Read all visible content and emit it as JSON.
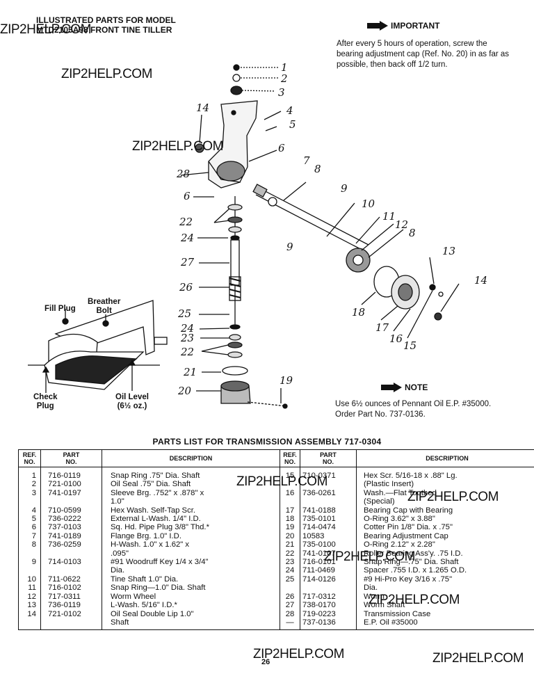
{
  "header": {
    "line1": "ILLUSTRATED PARTS FOR MODEL",
    "line2": "MTD2105A98 FRONT TINE TILLER"
  },
  "important": {
    "heading": "IMPORTANT",
    "body": "After every 5 hours of operation, screw the bearing adjustment cap (Ref. No. 20) in as far as possible, then back off 1/2 turn."
  },
  "note": {
    "heading": "NOTE",
    "body": "Use 6½ ounces of Pennant Oil E.P. #35000. Order Part No. 737-0136."
  },
  "diagram_labels": {
    "fill_plug": "Fill Plug",
    "breather_bolt_1": "Breather",
    "breather_bolt_2": "Bolt",
    "check_plug_1": "Check",
    "check_plug_2": "Plug",
    "oil_level_1": "Oil Level",
    "oil_level_2": "(6½ oz.)",
    "callouts": [
      "1",
      "2",
      "3",
      "4",
      "5",
      "6",
      "7",
      "8",
      "9",
      "10",
      "11",
      "12",
      "8",
      "13",
      "14",
      "14",
      "28",
      "6",
      "9",
      "22",
      "24",
      "27",
      "26",
      "25",
      "24",
      "23",
      "22",
      "21",
      "20",
      "19",
      "18",
      "17",
      "16",
      "15"
    ]
  },
  "watermark": "ZIP2HELP.COM",
  "table": {
    "title": "PARTS LIST FOR TRANSMISSION ASSEMBLY 717-0304",
    "headers": {
      "ref": [
        "REF.",
        "NO."
      ],
      "part": [
        "PART",
        "NO."
      ],
      "desc": "DESCRIPTION"
    },
    "rows": [
      {
        "ref": "1",
        "part": "716-0119",
        "desc": "Snap Ring .75\" Dia. Shaft",
        "ref2": "15",
        "part2": "710-0371",
        "desc2": "Hex Scr. 5/16-18 x .88\" Lg."
      },
      {
        "ref": "2",
        "part": "721-0100",
        "desc": "Oil Seal .75\" Dia. Shaft",
        "ref2": "",
        "part2": "",
        "desc2": "   (Plastic Insert)"
      },
      {
        "ref": "3",
        "part": "741-0197",
        "desc": "Sleeve Brg. .752\" x .878\" x",
        "ref2": "16",
        "part2": "736-0261",
        "desc2": "Wash.—Flat Toothed"
      },
      {
        "ref": "",
        "part": "",
        "desc": "   1.0\"",
        "ref2": "",
        "part2": "",
        "desc2": "   (Special)"
      },
      {
        "ref": "4",
        "part": "710-0599",
        "desc": "Hex Wash. Self-Tap Scr.",
        "ref2": "17",
        "part2": "741-0188",
        "desc2": "Bearing Cap with Bearing"
      },
      {
        "ref": "5",
        "part": "736-0222",
        "desc": "External L-Wash. 1/4\" I.D.",
        "ref2": "18",
        "part2": "735-0101",
        "desc2": "O-Ring 3.62\" x 3.88\""
      },
      {
        "ref": "6",
        "part": "737-0103",
        "desc": "Sq. Hd. Pipe Plug 3/8\" Thd.*",
        "ref2": "19",
        "part2": "714-0474",
        "desc2": "Cotter Pin 1/8\" Dia. x .75\""
      },
      {
        "ref": "7",
        "part": "741-0189",
        "desc": "Flange Brg. 1.0\" I.D.",
        "ref2": "20",
        "part2": "10583",
        "desc2": "Bearing Adjustment Cap"
      },
      {
        "ref": "8",
        "part": "736-0259",
        "desc": "H-Wash. 1.0\" x 1.62\" x",
        "ref2": "21",
        "part2": "735-0100",
        "desc2": "O-Ring 2.12\" x 2.28\""
      },
      {
        "ref": "",
        "part": "",
        "desc": "   .095\"",
        "ref2": "22",
        "part2": "741-0107",
        "desc2": "Roller Bearing Ass'y. .75 I.D."
      },
      {
        "ref": "9",
        "part": "714-0103",
        "desc": "#91 Woodruff Key 1/4 x 3/4\"",
        "ref2": "23",
        "part2": "716-0101",
        "desc2": "Snap Ring—.75\" Dia. Shaft"
      },
      {
        "ref": "",
        "part": "",
        "desc": "   Dia.",
        "ref2": "24",
        "part2": "711-0469",
        "desc2": "Spacer .755 I.D. x 1.265 O.D."
      },
      {
        "ref": "10",
        "part": "711-0622",
        "desc": "Tine Shaft 1.0\" Dia.",
        "ref2": "25",
        "part2": "714-0126",
        "desc2": "#9 Hi-Pro Key 3/16 x .75\""
      },
      {
        "ref": "11",
        "part": "716-0102",
        "desc": "Snap Ring—1.0\" Dia. Shaft",
        "ref2": "",
        "part2": "",
        "desc2": "   Dia."
      },
      {
        "ref": "12",
        "part": "717-0311",
        "desc": "Worm Wheel",
        "ref2": "26",
        "part2": "717-0312",
        "desc2": "Worm"
      },
      {
        "ref": "13",
        "part": "736-0119",
        "desc": "L-Wash. 5/16\" I.D.*",
        "ref2": "27",
        "part2": "738-0170",
        "desc2": "Worm Shaft"
      },
      {
        "ref": "14",
        "part": "721-0102",
        "desc": "Oil Seal Double Lip 1.0\"",
        "ref2": "28",
        "part2": "719-0223",
        "desc2": "Transmission Case"
      },
      {
        "ref": "",
        "part": "",
        "desc": "   Shaft",
        "ref2": "—",
        "part2": "737-0136",
        "desc2": "E.P. Oil #35000"
      }
    ]
  },
  "page_number": "26"
}
